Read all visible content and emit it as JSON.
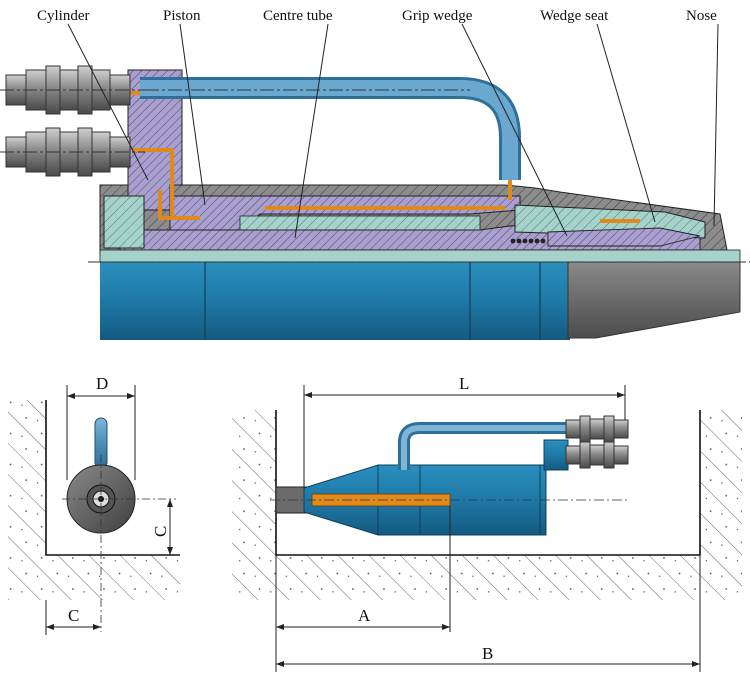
{
  "labels": {
    "cylinder": "Cylinder",
    "piston": "Piston",
    "centre_tube": "Centre tube",
    "grip_wedge": "Grip wedge",
    "wedge_seat": "Wedge seat",
    "nose": "Nose"
  },
  "dimensions": {
    "d": "D",
    "c_vertical": "C",
    "c_horizontal": "C",
    "l": "L",
    "a": "A",
    "b": "B"
  },
  "colors": {
    "body_blue": "#1f79a6",
    "purple_section": "#a9a0cf",
    "teal_section": "#a5d3cc",
    "oil_line": "#e08a1e",
    "hose_blue": "#4e8fb8",
    "nose_gray": "#6f6f6f",
    "coupler_gray": "#8a8a8a"
  }
}
